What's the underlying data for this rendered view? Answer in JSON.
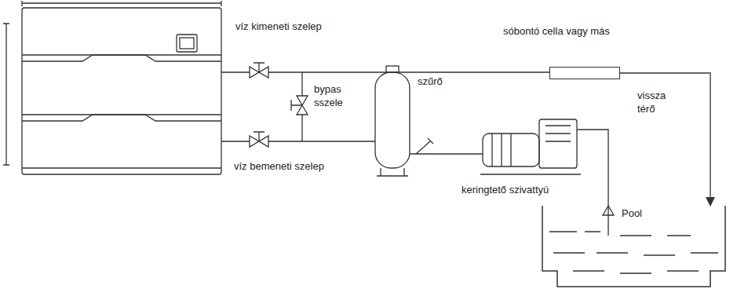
{
  "diagram": {
    "nodes": [
      {
        "text": [
          "sóbontó cella vagy más"
        ]
      },
      {
        "text": [
          "Pool"
        ]
      }
    ],
    "edges": [
      {
        "from": 0,
        "to": 1,
        "arrow": "to"
      }
    ],
    "labels": [
      "víz kimeneti szelep",
      "bypas sszele",
      "szűrő",
      "vissza térő",
      "keringtető szivattyú",
      "víz bemeneti szelep"
    ]
  }
}
